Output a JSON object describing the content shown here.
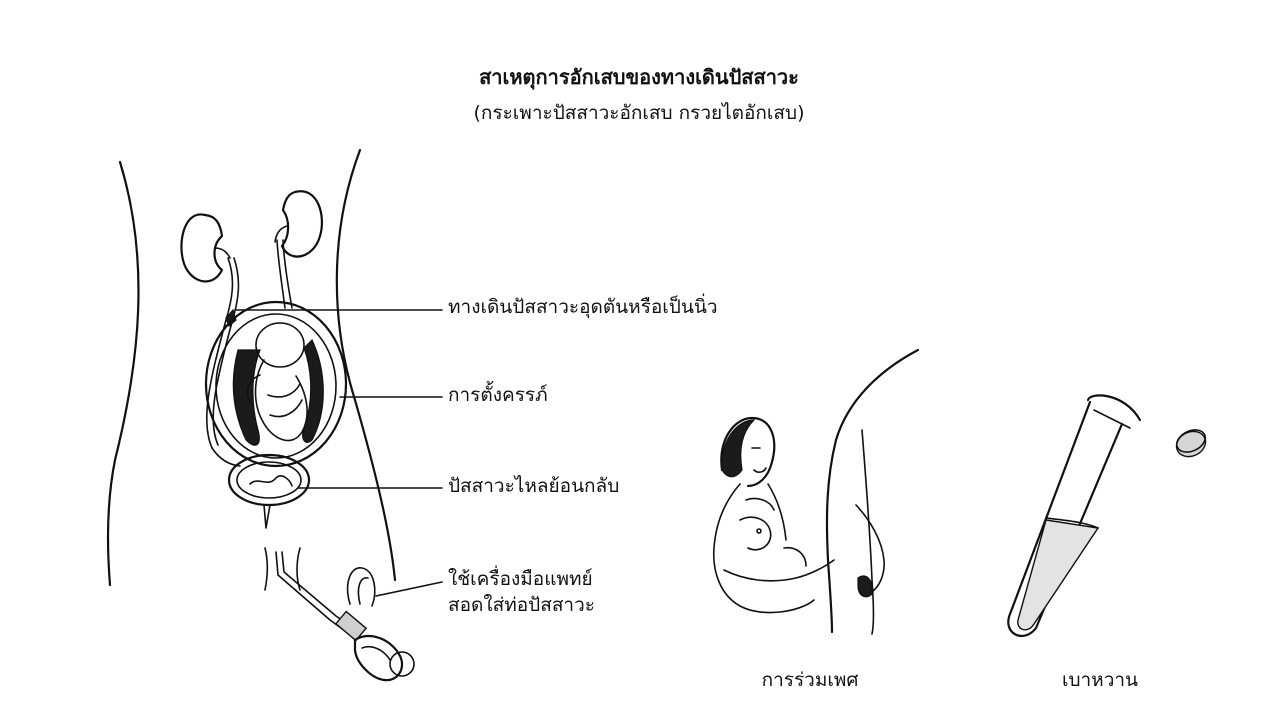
{
  "heading": {
    "title": "สาเหตุการอักเสบของทางเดินปัสสาวะ",
    "subtitle": "(กระเพาะปัสสาวะอักเสบ กรวยไตอักเสบ)"
  },
  "callouts": {
    "obstruction": "ทางเดินปัสสาวะอุดตันหรือเป็นนิ่ว",
    "pregnancy": "การตั้งครรภ์",
    "reflux": "ปัสสาวะไหลย้อนกลับ",
    "instrument_line1": "ใช้เครื่องมือแพทย์",
    "instrument_line2": "สอดใส่ท่อปัสสาวะ"
  },
  "captions": {
    "intercourse": "การร่วมเพศ",
    "diabetes": "เบาหวาน"
  }
}
